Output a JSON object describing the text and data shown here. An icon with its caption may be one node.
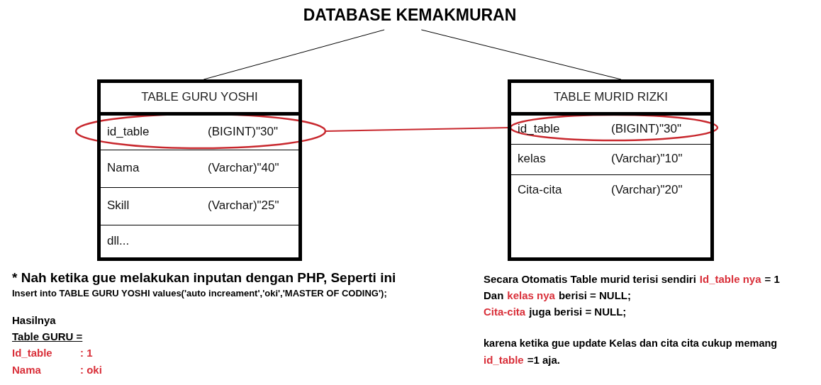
{
  "diagram": {
    "nodes": [
      {
        "text": [
          "DATABASE KEMAKMURAN"
        ]
      },
      {
        "text": [
          "TABLE GURU YOSHI"
        ]
      },
      {
        "text": [
          "id_table",
          "(BIGINT)\"30\""
        ],
        "in": 1
      },
      {
        "text": [
          "Nama",
          "(Varchar)\"40\""
        ],
        "in": 1
      },
      {
        "text": [
          "Skill",
          "(Varchar)\"25\""
        ],
        "in": 1
      },
      {
        "text": [
          "dll..."
        ],
        "in": 1
      },
      {
        "text": [
          "TABLE MURID RIZKI"
        ]
      },
      {
        "text": [
          "id_table",
          "(BIGINT)\"30\""
        ],
        "in": 6
      },
      {
        "text": [
          "kelas",
          "(Varchar)\"10\""
        ],
        "in": 6
      },
      {
        "text": [
          "Cita-cita",
          "(Varchar)\"20\""
        ],
        "in": 6
      }
    ],
    "edges": [
      {
        "from": 0,
        "to": 1,
        "arrow": "none"
      },
      {
        "from": 0,
        "to": 6,
        "arrow": "none"
      },
      {
        "from": 2,
        "to": 7,
        "arrow": "none",
        "color": "#c8282e"
      }
    ],
    "labels": [
      "* Nah ketika gue melakukan inputan dengan PHP, Seperti ini",
      "Insert into TABLE GURU YOSHI values('auto increament','oki','MASTER OF CODING');",
      "Hasilnya",
      "Table GURU =",
      "Id_table",
      ": 1",
      "Nama",
      ": oki",
      "Secara Otomatis Table murid terisi sendiri",
      "Id_table nya",
      "= 1",
      "Dan",
      "kelas nya",
      "berisi = NULL;",
      "Cita-cita",
      "juga berisi = NULL;",
      "karena ketika gue update Kelas dan cita cita cukup memang",
      "id_table",
      "=1 aja."
    ]
  }
}
